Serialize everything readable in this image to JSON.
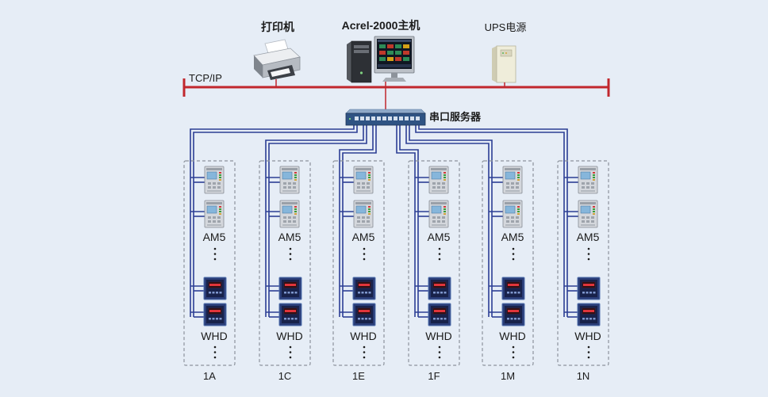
{
  "network": {
    "protocol_label": "TCP/IP"
  },
  "top_devices": {
    "printer": {
      "label": "打印机",
      "icon": "printer-icon"
    },
    "host": {
      "label": "Acrel-2000主机",
      "icon": "computer-icon"
    },
    "ups": {
      "label": "UPS电源",
      "icon": "ups-icon"
    }
  },
  "serial_server": {
    "label": "串口服务器",
    "icon": "serial-server-icon"
  },
  "groups": [
    {
      "label": "1A",
      "upper_device": "AM5",
      "lower_device": "WHD"
    },
    {
      "label": "1C",
      "upper_device": "AM5",
      "lower_device": "WHD"
    },
    {
      "label": "1E",
      "upper_device": "AM5",
      "lower_device": "WHD"
    },
    {
      "label": "1F",
      "upper_device": "AM5",
      "lower_device": "WHD"
    },
    {
      "label": "1M",
      "upper_device": "AM5",
      "lower_device": "WHD"
    },
    {
      "label": "1N",
      "upper_device": "AM5",
      "lower_device": "WHD"
    }
  ],
  "icons": {
    "upper_device": "am5-device-icon",
    "lower_device": "whd-meter-icon"
  },
  "colors": {
    "background": "#e6edf6",
    "ethernet_bus": "#c1272d",
    "rs485_cable": "#2c3e94",
    "group_border": "#8c939c"
  }
}
